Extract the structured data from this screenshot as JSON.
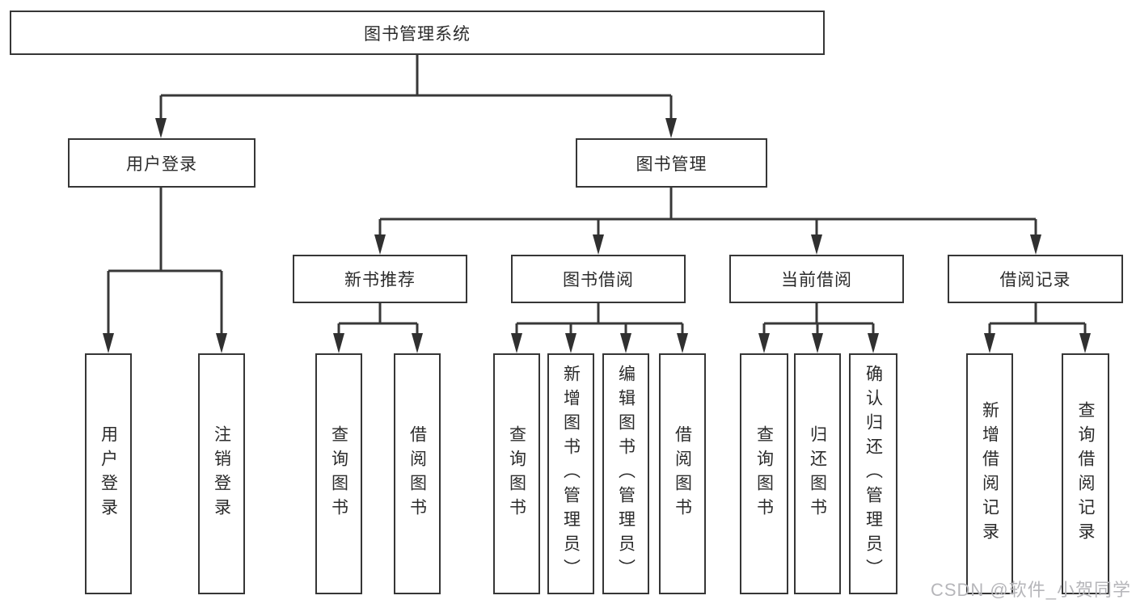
{
  "diagram": {
    "root": "图书管理系统",
    "level2": {
      "user_login": "用户登录",
      "book_mgmt": "图书管理"
    },
    "level3": {
      "new_book_rec": "新书推荐",
      "book_borrow": "图书借阅",
      "current_borrow": "当前借阅",
      "borrow_record": "借阅记录"
    },
    "leaves": {
      "login": "用户登录",
      "logout": "注销登录",
      "rec_query_book": "查询图书",
      "rec_borrow_book": "借阅图书",
      "bor_query_book": "查询图书",
      "bor_add_book": "新增图书（管理员）",
      "bor_edit_book": "编辑图书（管理员）",
      "bor_borrow_book": "借阅图书",
      "cur_query_book": "查询图书",
      "cur_return_book": "归还图书",
      "cur_confirm_return": "确认归还（管理员）",
      "log_add_record": "新增借阅记录",
      "log_query_record": "查询借阅记录"
    }
  },
  "watermark": {
    "text": "CSDN @软件_小贺同学",
    "color": "#b6b6ba"
  },
  "colors": {
    "line": "#383838",
    "box_border": "#363636",
    "box_background": "#ffffff",
    "text": "#2b2b2b"
  }
}
